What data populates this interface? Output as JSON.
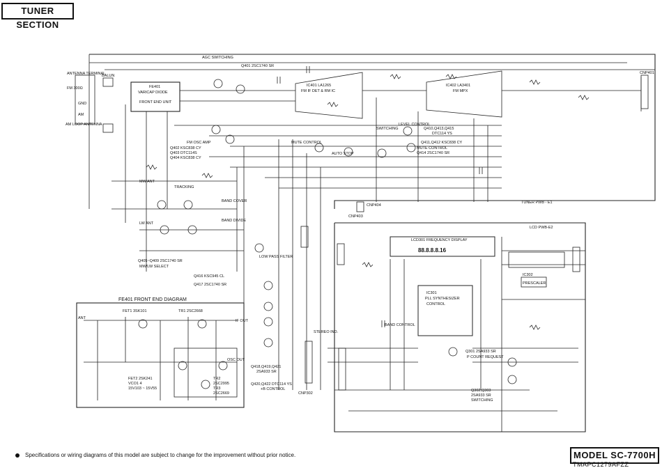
{
  "header": {
    "section_title": "TUNER SECTION"
  },
  "footer": {
    "model": "MODEL SC-7700H",
    "doc_code": "TMAPC1279AFZZ",
    "note": "Specifications or wiring diagrams of this model are subject to change for the improvement without prior notice."
  },
  "labels": {
    "antenna_terminal": "ANTENNA TERMINAL",
    "fm_300": "FM 300Ω",
    "gnd": "GND",
    "am": "AM",
    "am_loop": "AM LOOP ANTENNA",
    "balun": "BALUN",
    "fe401_unit": "FE401",
    "front_end_unit": "FRONT END UNIT",
    "varicap": "VARICAP DIODE",
    "agc_switching": "AGC SWITCHING",
    "q401": "Q401 2SC1740 SR",
    "ic401": "IC401 LA1265",
    "ic401_sub": "FM IF DET & RM IC",
    "ic402": "IC402 LA3401",
    "ic402_sub": "FM MPX",
    "mute_control": "MUTE CONTROL",
    "auto_stop": "AUTO STOP",
    "level_control": "LEVEL CONTROL",
    "switching": "SWITCHING",
    "q410": "Q410,Q413,Q415",
    "q410_part": "DTC114 YS",
    "q411": "Q411,Q412 KSC838 CY",
    "q414": "Q414 2SC1740 SR",
    "mute_control2": "MUTE CONTROL",
    "fm_osc_amp": "FM OSC AMP",
    "q402": "Q402 KSC838 CY",
    "q403": "Q403 DTC114S",
    "q404": "Q404 KSC838 CY",
    "tuner_pwb": "TUNER PWB - E1",
    "lcd_pwb": "LCD PWB-E2",
    "lcd_freq": "LCD301 FREQUENCY DISPLAY",
    "lcd_digits": "88.8.8.8.16",
    "ic301": "IC301",
    "ic301_sub": "PLL SYNTHESIZER",
    "ic301_part": "CONTROL",
    "ic302": "IC302",
    "ic302_sub": "PRESCALER",
    "band_control": "BAND CONTROL",
    "stereo_ind": "STEREO IND.",
    "q301": "Q301 2SA933 SR",
    "q301_sub": "P COUNT REQUEST",
    "q302": "Q302,Q303",
    "q302_part": "2SA933 SR",
    "q302_sub": "SWITCHING",
    "q418": "Q418,Q419,Q421",
    "q418_part": "2SA933 SR",
    "q420": "Q420,Q422 DTC114 YS",
    "q420_sub": "+B CONTROL",
    "q416": "Q416 KSC945 CL",
    "q417": "Q417 2SC1740 SR",
    "q405": "Q405~Q409 2SC1740 SR",
    "mw_lw": "MW/LW SELECT",
    "low_pass": "LOW PASS FILTER",
    "mw_ant": "MW ANT",
    "lw_ant": "LW ANT",
    "tracking": "TRACKING",
    "band_cover": "BAND COVER",
    "band_divide": "BAND DIVIDE",
    "fe_diagram_title": "FE401 FRONT END DIAGRAM",
    "fet1": "FET1 3SK101",
    "tr1": "TR1 2SC2668",
    "fet2": "FET2 2SK241",
    "vco": "VCO1 4",
    "vco_range": "15V103 ~ 15V55",
    "tr2": "TR2",
    "tr2_part": "2SC2995",
    "tr3": "TR3",
    "tr3_part": "2SC2669",
    "ant": "ANT",
    "if_out": "IF OUT",
    "osc_out": "OSC OUT",
    "cnp_a": "CNP401",
    "cnp_b": "CNP404",
    "cnp_c": "CNP403",
    "cnp_d": "CNP302"
  }
}
